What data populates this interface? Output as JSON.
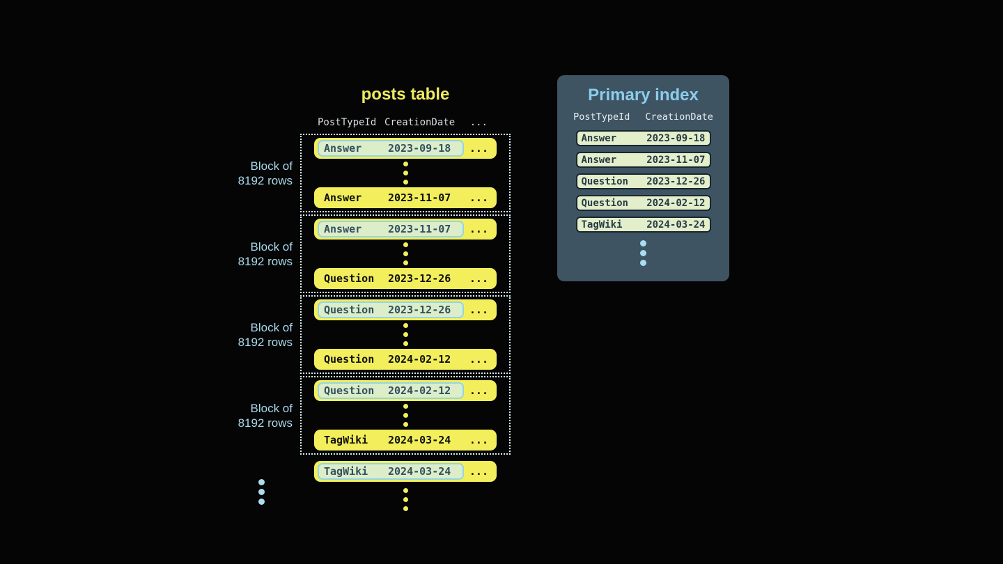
{
  "posts_table": {
    "title": "posts table",
    "header": {
      "col1": "PostTypeId",
      "col2": "CreationDate",
      "col3": "..."
    },
    "block_label": {
      "line1": "Block of",
      "line2": "8192 rows"
    },
    "ellipsis": "...",
    "blocks": [
      {
        "first": {
          "type": "Answer",
          "date": "2023-09-18"
        },
        "last": {
          "type": "Answer",
          "date": "2023-11-07"
        }
      },
      {
        "first": {
          "type": "Answer",
          "date": "2023-11-07"
        },
        "last": {
          "type": "Question",
          "date": "2023-12-26"
        }
      },
      {
        "first": {
          "type": "Question",
          "date": "2023-12-26"
        },
        "last": {
          "type": "Question",
          "date": "2024-02-12"
        }
      },
      {
        "first": {
          "type": "Question",
          "date": "2024-02-12"
        },
        "last": {
          "type": "TagWiki",
          "date": "2024-03-24"
        }
      }
    ],
    "overflow_row": {
      "type": "TagWiki",
      "date": "2024-03-24"
    }
  },
  "primary_index": {
    "title": "Primary index",
    "header": {
      "col1": "PostTypeId",
      "col2": "CreationDate"
    },
    "rows": [
      {
        "type": "Answer",
        "date": "2023-09-18"
      },
      {
        "type": "Answer",
        "date": "2023-11-07"
      },
      {
        "type": "Question",
        "date": "2023-12-26"
      },
      {
        "type": "Question",
        "date": "2024-02-12"
      },
      {
        "type": "TagWiki",
        "date": "2024-03-24"
      }
    ]
  },
  "colors": {
    "background": "#050505",
    "row_yellow": "#f3ef5c",
    "highlight_green": "#dcedca",
    "highlight_border_blue": "#96d4e4",
    "block_border": "#d9f1f6",
    "label_blue": "#a9d8e9",
    "panel_slate": "#3e5463",
    "panel_title_blue": "#8bcdeb",
    "index_row_green": "#e3eeca"
  }
}
